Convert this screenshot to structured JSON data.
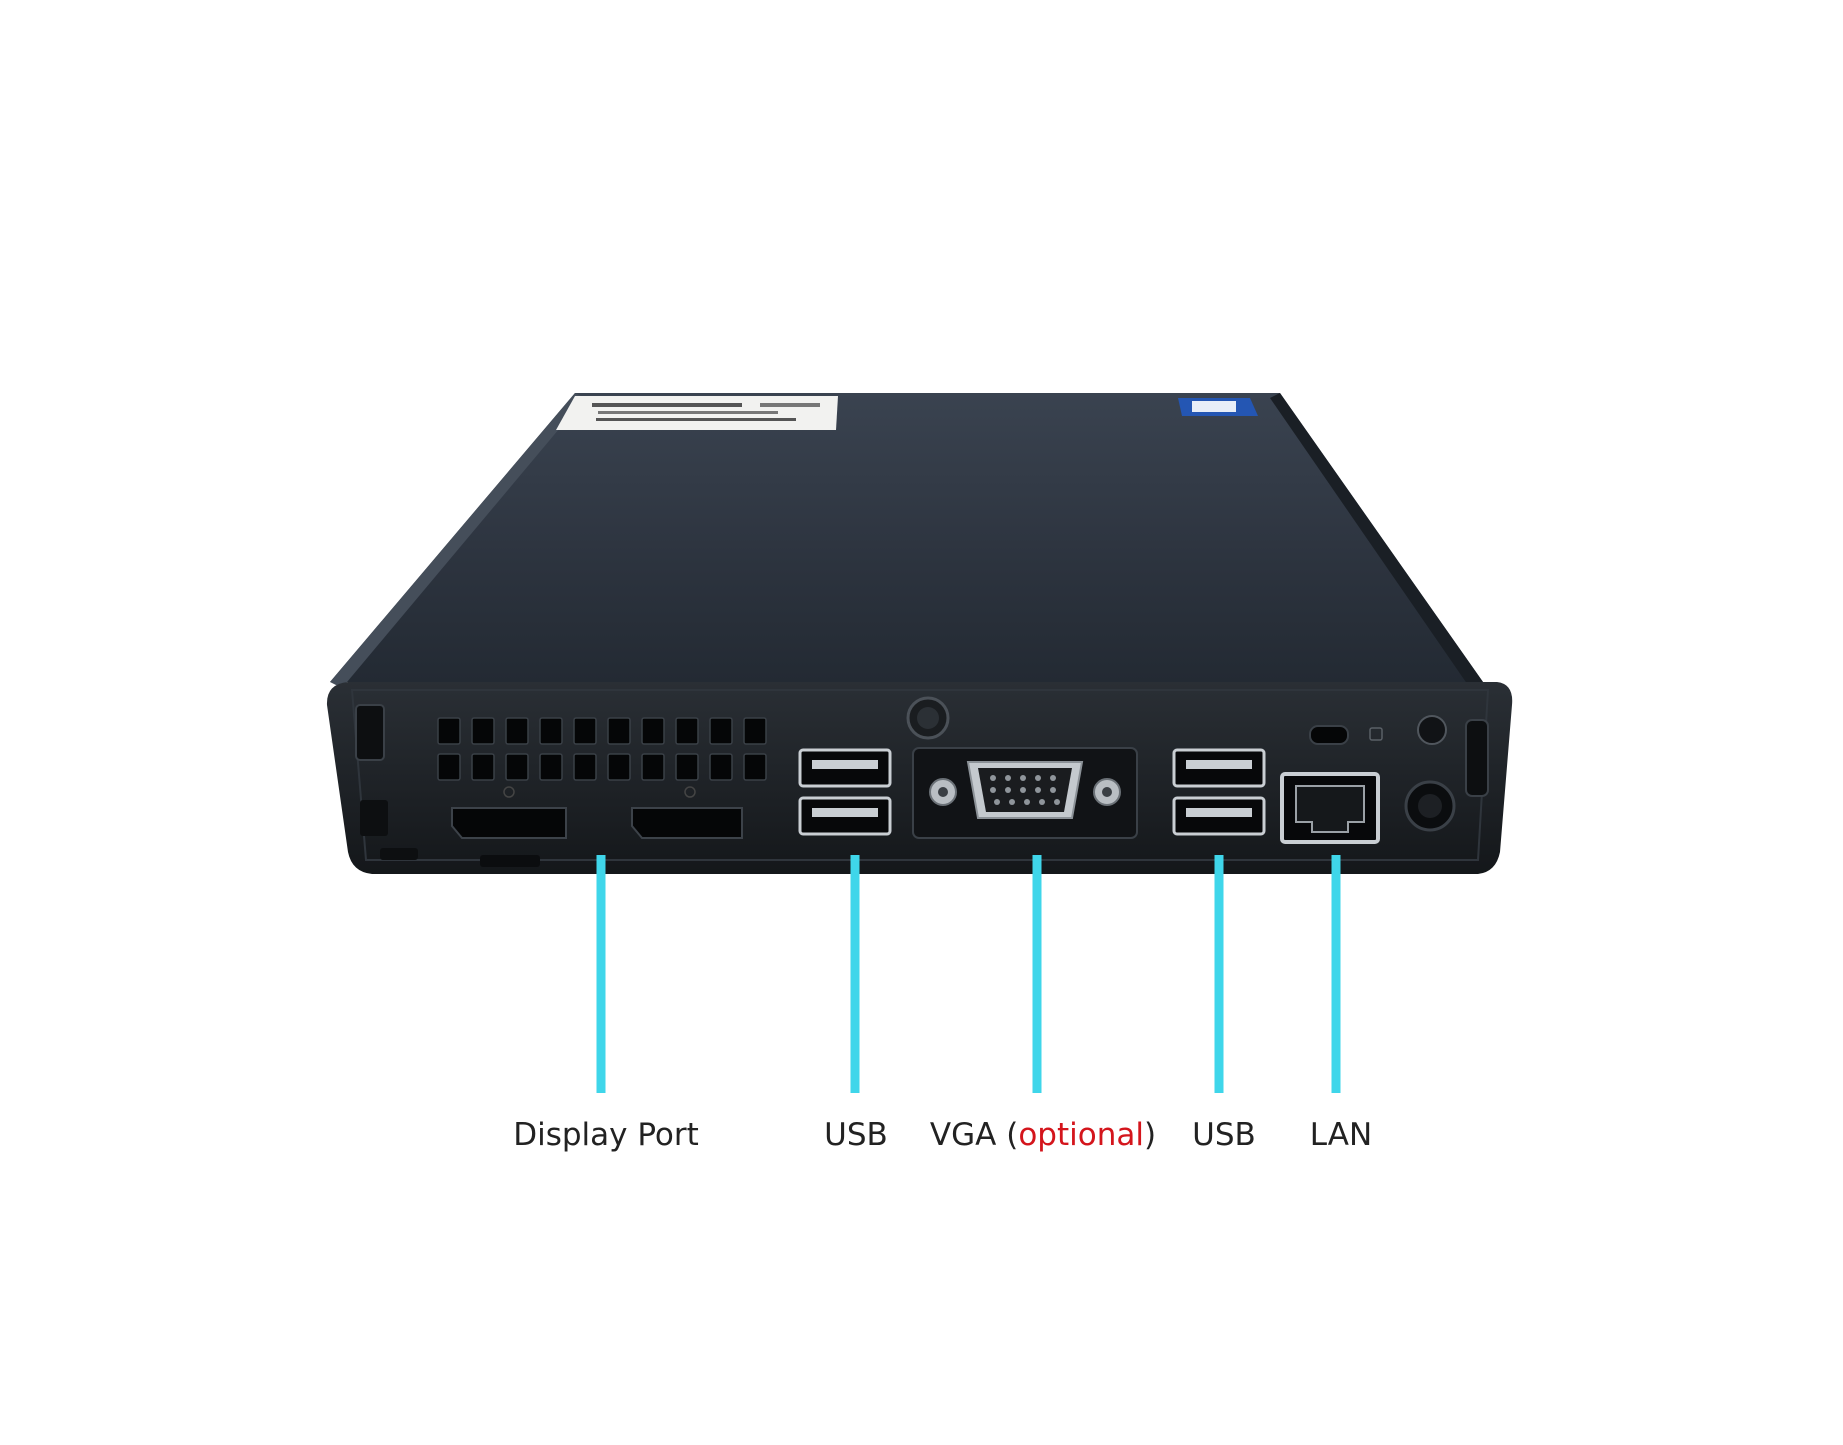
{
  "colors": {
    "callout_line": "#3fd6ea",
    "optional_text": "#d4151c",
    "label_text": "#222222",
    "chassis_top": "#303844",
    "chassis_face": "#1f2328"
  },
  "callouts": {
    "display_port": {
      "label": "Display Port"
    },
    "usb_left": {
      "label": "USB"
    },
    "vga": {
      "label": "VGA (",
      "optional": "optional",
      "close": ")"
    },
    "usb_right": {
      "label": "USB"
    },
    "lan": {
      "label": "LAN"
    }
  }
}
